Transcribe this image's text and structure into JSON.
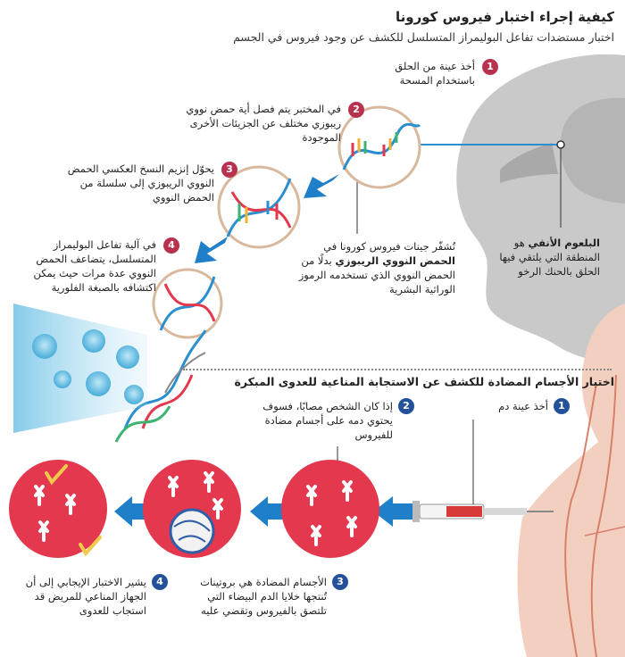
{
  "header": {
    "title": "كيفية إجراء اختبار فيروس كورونا",
    "subtitle": "اختبار مستضدات تفاعل البوليمراز المتسلسل للكشف عن وجود فيروس في الجسم"
  },
  "pcr": {
    "steps": [
      {
        "num": "1",
        "text": "أخذ عينة من الحلق باستخدام المسحة"
      },
      {
        "num": "2",
        "text": "في المختبر يتم فصل أية حمض نووي ريبوزي مختلف عن الجزيئات الأخرى الموجودة"
      },
      {
        "num": "3",
        "text": "يحوّل إنزيم النسخ العكسي الحمض النووي الريبوزي إلى سلسلة من الحمض النووي"
      },
      {
        "num": "4",
        "text": "في آلية تفاعل البوليمراز المتسلسل، يتضاعف الحمض النووي عدة مرات حيث يمكن اكتشافه بالصبغة الفلورية"
      }
    ],
    "rna_note_pre": "تُشفّر جينات فيروس كورونا في",
    "rna_note_bold": "الحمض النووي الريبوزي",
    "rna_note_post": "بدلًا من الحمض النووي الذي تستخدمه الرموز الوراثية البشرية",
    "nasopharynx_bold": "البلعوم الأنفي",
    "nasopharynx_text": "هو المنطقة التي يلتقي فيها الحلق بالحنك الرخو"
  },
  "antibody": {
    "title": "اختبار الأجسام المضادة للكشف عن الاستجابة المناعية للعدوى المبكرة",
    "steps": [
      {
        "num": "1",
        "text": "أخذ عينة دم"
      },
      {
        "num": "2",
        "text": "إذا كان الشخص مصابًا، فسوف يحتوي دمه على أجسام مضادة للفيروس"
      },
      {
        "num": "3",
        "text": "الأجسام المضادة هي بروتينات تُنتجها خلايا الدم البيضاء التي تلتصق بالفيروس وتقضي عليه"
      },
      {
        "num": "4",
        "text": "يشير الاختبار الإيجابي إلى أن الجهاز المناعي للمريض قد استجاب للعدوى"
      }
    ]
  },
  "colors": {
    "red_badge": "#b8324f",
    "blue_badge": "#23529b",
    "arrow_blue": "#1f7fc8",
    "circle_red": "#e3384d",
    "skin": "#f3cfc0"
  }
}
